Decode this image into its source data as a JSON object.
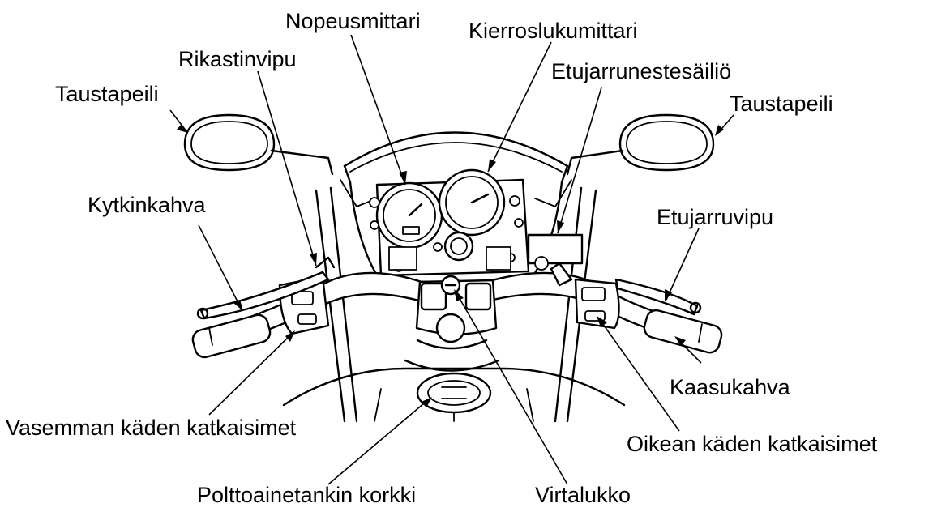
{
  "labels": {
    "nopeusmittari": "Nopeusmittari",
    "kierroslukumittari": "Kierroslukumittari",
    "rikastinvipu": "Rikastinvipu",
    "etujarrunestesailio": "Etujarrunestesäiliö",
    "taustapeili_left": "Taustapeili",
    "taustapeili_right": "Taustapeili",
    "kytkinkahva": "Kytkinkahva",
    "etujarruvipu": "Etujarruvipu",
    "kaasukahva": "Kaasukahva",
    "vasemman": "Vasemman käden katkaisimet",
    "oikean": "Oikean käden katkaisimet",
    "polttoainetankin": "Polttoainetankin korkki",
    "virtalukko": "Virtalukko"
  }
}
